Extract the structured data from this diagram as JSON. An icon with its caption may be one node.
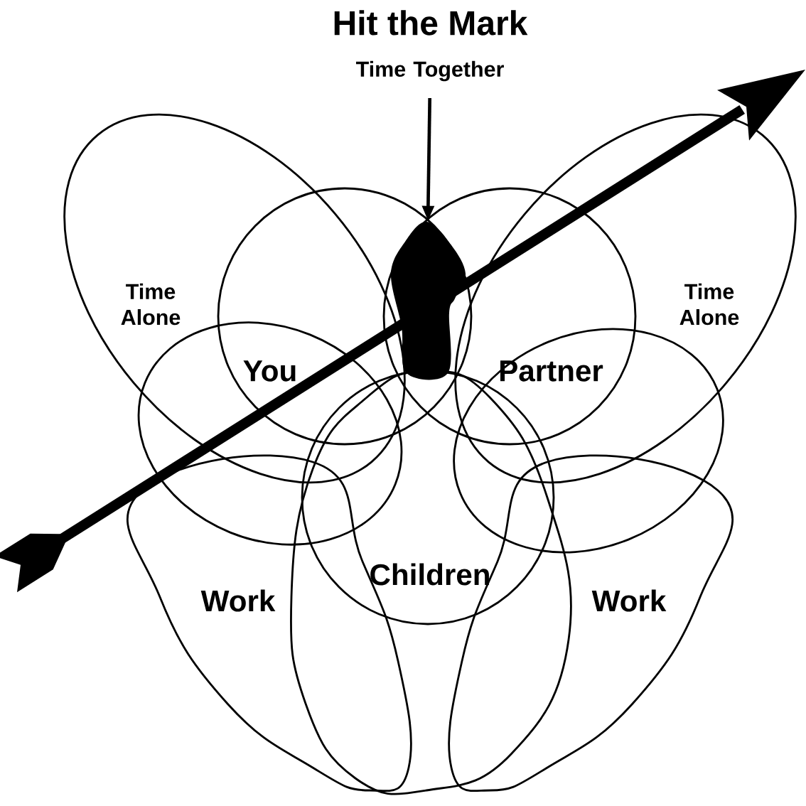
{
  "diagram": {
    "title": "Hit the Mark",
    "nodes": [
      {
        "text": [
          "Time Together"
        ]
      },
      {
        "text": [],
        "shape": "drop"
      },
      {
        "text": [
          "Time Alone"
        ]
      },
      {
        "text": [
          "Time Alone"
        ]
      },
      {
        "text": [
          "You"
        ]
      },
      {
        "text": [
          "Partner"
        ]
      },
      {
        "text": [
          "Work"
        ]
      },
      {
        "text": [
          "Work"
        ]
      },
      {
        "text": [
          "Children"
        ]
      }
    ],
    "edges": [
      {
        "from": 0,
        "to": 1,
        "arrow": "to"
      }
    ]
  }
}
